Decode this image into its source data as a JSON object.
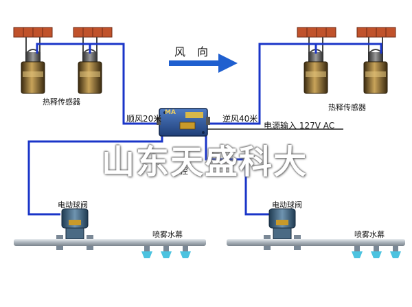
{
  "labels": {
    "wind_direction": "风 向",
    "sensor_left": "热释传感器",
    "sensor_right": "热释传感器",
    "forward_wind": "顺风20米",
    "reverse_wind": "逆风40米",
    "power_input": "电源输入 127V AC",
    "controller_partial": "控",
    "valve_left": "电动球阀",
    "valve_right": "电动球阀",
    "curtain_left": "喷雾水幕",
    "curtain_right": "喷雾水幕",
    "box_brand": "MA"
  },
  "watermark": "山东天盛科大",
  "colors": {
    "cable": "#1a35c8",
    "wire": "#222222",
    "brick": "#c0522b",
    "arrow": "#1f5fcf",
    "box": "#2e5a9e",
    "sensor_body": "#8a6b2a",
    "valve": "#3a5f7a",
    "pipe": "#b8bec6",
    "nozzle": "#4cc3e0"
  },
  "icons": [
    "brick-bracket",
    "heat-sensor",
    "controller-box",
    "wind-arrow",
    "motorized-ball-valve",
    "spray-nozzle"
  ]
}
